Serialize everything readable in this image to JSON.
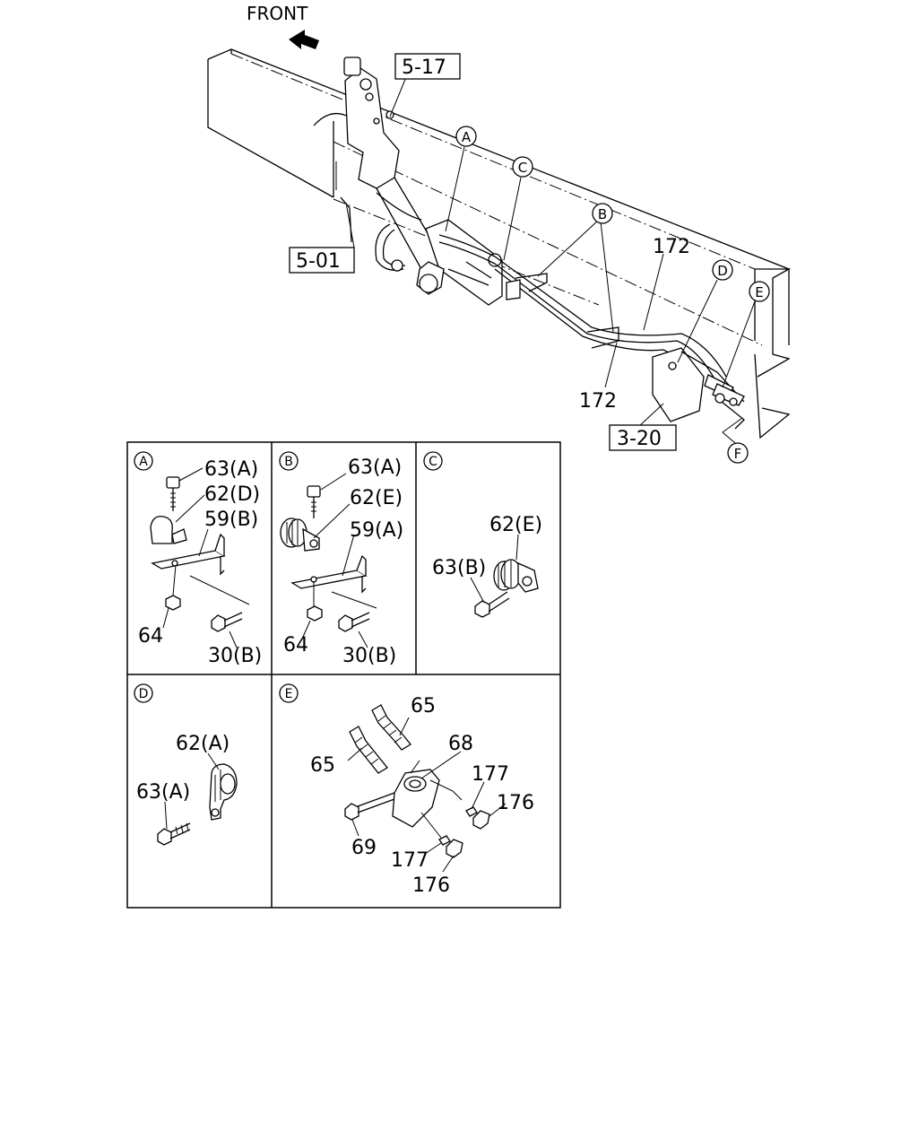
{
  "main_diagram": {
    "front_label": "FRONT",
    "refs": {
      "r517": "5-17",
      "r501": "5-01",
      "r320": "3-20"
    },
    "callouts": {
      "a": "A",
      "b": "B",
      "c": "C",
      "d": "D",
      "e": "E",
      "f": "F"
    },
    "part_172_top": "172",
    "part_172_bottom": "172"
  },
  "details": {
    "a": {
      "letter": "A",
      "p1": "63(A)",
      "p2": "62(D)",
      "p3": "59(B)",
      "p4": "64",
      "p5": "30(B)"
    },
    "b": {
      "letter": "B",
      "p1": "63(A)",
      "p2": "62(E)",
      "p3": "59(A)",
      "p4": "64",
      "p5": "30(B)"
    },
    "c": {
      "letter": "C",
      "p1": "62(E)",
      "p2": "63(B)"
    },
    "d": {
      "letter": "D",
      "p1": "62(A)",
      "p2": "63(A)"
    },
    "e": {
      "letter": "E",
      "p1": "65",
      "p2": "65",
      "p3": "68",
      "p4": "177",
      "p5": "176",
      "p6": "69",
      "p7": "177",
      "p8": "176"
    }
  }
}
